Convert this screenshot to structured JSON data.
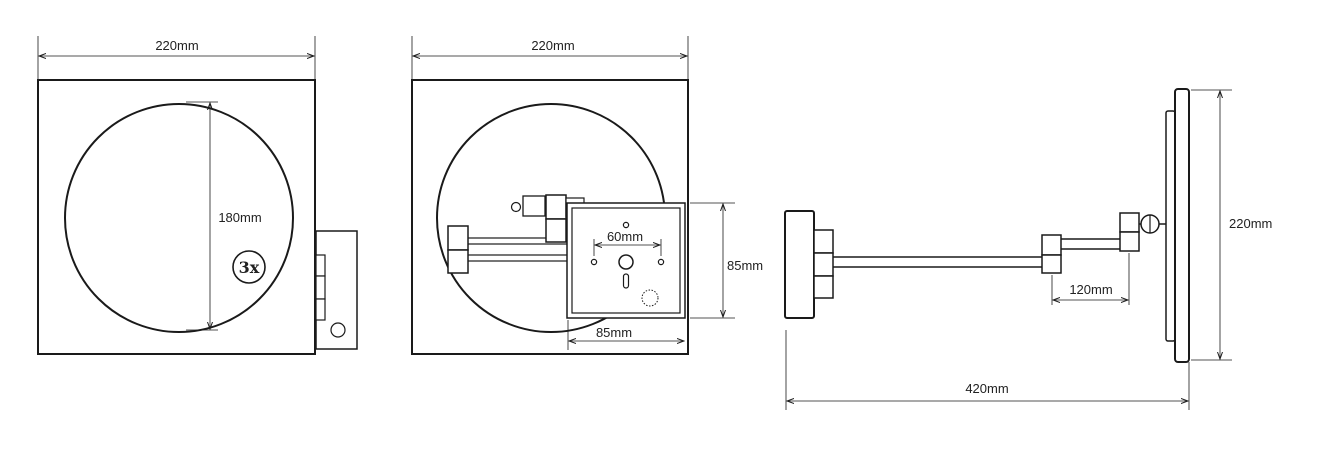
{
  "front_view": {
    "width_label": "220mm",
    "mirror_diameter_label": "180mm",
    "magnification_badge": "3x"
  },
  "rear_view": {
    "width_label": "220mm",
    "plate_height_label": "85mm",
    "plate_width_label": "85mm",
    "hole_spacing_label": "60mm"
  },
  "side_view": {
    "height_label": "220mm",
    "arm_segment_label": "120mm",
    "total_length_label": "420mm"
  },
  "colors": {
    "line": "#1a1a1a",
    "background": "#ffffff"
  }
}
